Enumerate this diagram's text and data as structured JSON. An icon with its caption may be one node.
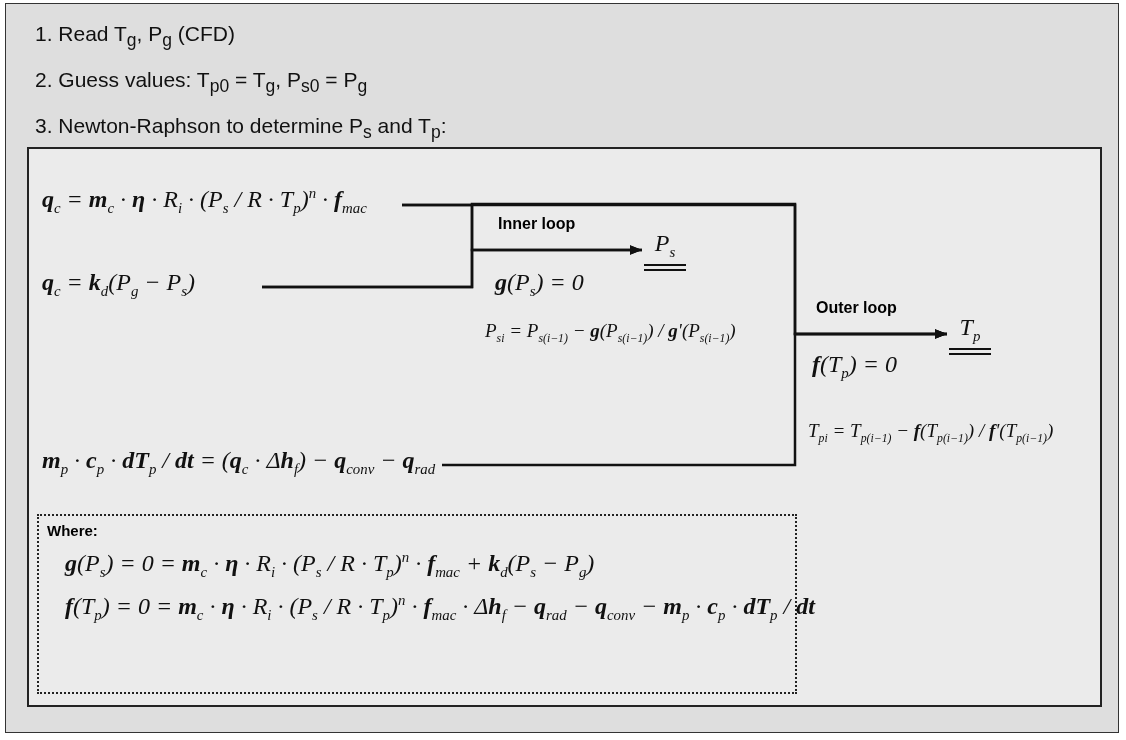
{
  "diagram": {
    "nodes": [
      {
        "text": [],
        "shape": "box"
      },
      {
        "text": [
          "**q**$_{c}$ = **m**$_{c}$ · **η** · R$_{i}$ · (P$_{s}$ / R · T$_{p}$)$^{n}$ · **f**$_{mac}$"
        ],
        "in": 0
      },
      {
        "text": [
          "**q**$_{c}$ = **k**$_{d}$(P$_{g}$ − P$_{s}$)"
        ],
        "in": 0
      },
      {
        "text": [
          "**m**$_{p}$ · **c**$_{p}$ · **dT**$_{p}$ / **dt** = (**q**$_{c}$ · Δ**h**$_{f}$) − **q**$_{conv}$ − **q**$_{rad}$"
        ],
        "in": 0
      },
      {
        "text": [
          "P$_{s}$"
        ],
        "in": 0
      },
      {
        "text": [
          "T$_{p}$"
        ],
        "in": 0
      },
      {
        "text": [
          "Where:",
          "**g**(P$_{s}$) = 0 = **m**$_{c}$ · **η** · R$_{i}$ · (P$_{s}$ / R · T$_{p}$)$^{n}$ · **f**$_{mac}$ + **k**$_{d}$(P$_{s}$ − P$_{g}$)",
          "**f**(T$_{p}$) = 0 = **m**$_{c}$ · **η** · R$_{i}$ · (P$_{s}$ / R · T$_{p}$)$^{n}$ · **f**$_{mac}$ · Δ**h**$_{f}$ − **q**$_{rad}$ − **q**$_{conv}$ − **m**$_{p}$ · **c**$_{p}$ · **dT**$_{p}$ / **dt**"
        ],
        "in": 0
      }
    ],
    "edges": [
      {
        "from": 1,
        "to": 4,
        "arrow": "to",
        "label": "Inner loop"
      },
      {
        "from": 2,
        "to": 4,
        "arrow": "to"
      },
      {
        "from": 1,
        "to": 5,
        "arrow": "to",
        "label": "Outer loop"
      },
      {
        "from": 2,
        "to": 5,
        "arrow": "to"
      },
      {
        "from": 3,
        "to": 5,
        "arrow": "to"
      }
    ],
    "labels": [
      "1.  Read T$_{g}$, P$_{g}$ (CFD)",
      "2.  Guess values: T$_{p0}$ = T$_{g}$, P$_{s0}$ = P$_{g}$",
      "3.  Newton-Raphson to determine P$_{s}$ and T$_{p}$:",
      "**g**(P$_{s}$) = 0",
      "P$_{si}$ = P$_{s(i−1)}$ − **g**(P$_{s(i−1)}$) / **g**'(P$_{s(i−1)}$)",
      "**f**(T$_{p}$) = 0",
      "T$_{pi}$ = T$_{p(i−1)}$ − **f**(T$_{p(i−1)}$) / **f**'(T$_{p(i−1)}$)"
    ]
  }
}
